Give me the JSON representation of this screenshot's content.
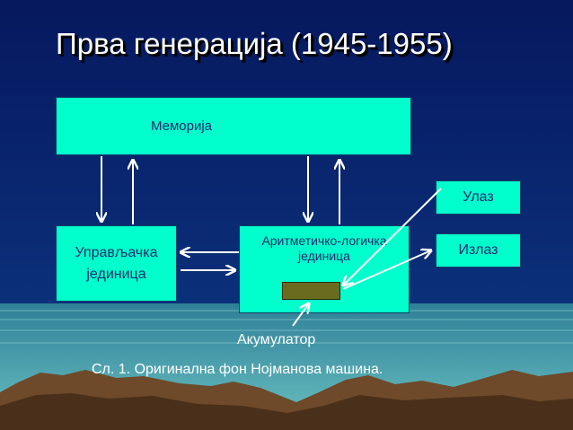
{
  "slide": {
    "title": "Прва генерација (1945-1955)"
  },
  "diagram": {
    "memory": "Меморија",
    "control_unit_line1": "Управљачка",
    "control_unit_line2": "јединица",
    "alu_line1": "Аритметичко-логичка",
    "alu_line2": "јединица",
    "input": "Улаз",
    "output": "Излаз",
    "accumulator_label": "Акумулатор"
  },
  "caption": "Сл. 1. Оригинална фон Нојманова машина.",
  "colors": {
    "sky_top": "#06185e",
    "sky_bottom": "#0d3a86",
    "sea": "#4aa8b0",
    "box_fill": "#00ffcc",
    "accumulator_fill": "#6b6b1f",
    "arrow": "#ffffff",
    "text_on_box": "#1a2b6e"
  }
}
